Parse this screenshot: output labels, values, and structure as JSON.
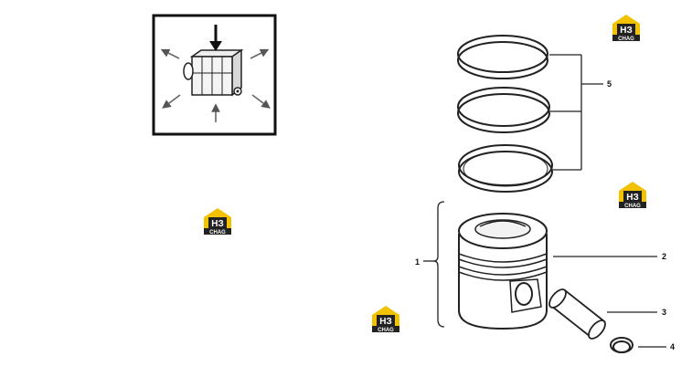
{
  "logo": {
    "mark": "НЗ",
    "word": "CHAG",
    "colors": {
      "roof": "#f2c200",
      "dark": "#222222"
    }
  },
  "callouts": [
    "1",
    "2",
    "3",
    "4",
    "5"
  ]
}
